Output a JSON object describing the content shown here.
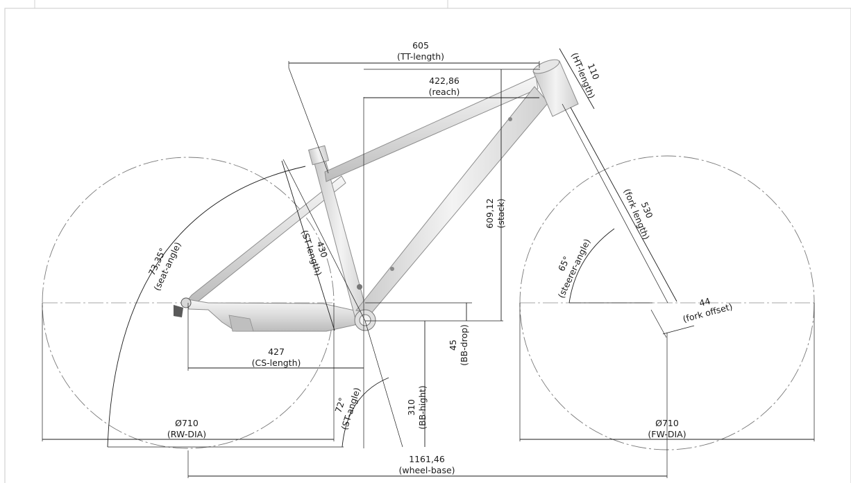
{
  "dimensions": {
    "tt_length": {
      "value": "605",
      "label": "(TT-length)"
    },
    "reach": {
      "value": "422,86",
      "label": "(reach)"
    },
    "ht_length": {
      "value": "110",
      "label": "(HT-length)"
    },
    "stack": {
      "value": "609,12",
      "label": "(stack)"
    },
    "fork_length": {
      "value": "530",
      "label": "(fork length)"
    },
    "seat_angle": {
      "value": "73,35°",
      "label": "(seat-angle)"
    },
    "st_length": {
      "value": "430",
      "label": "(ST-length)"
    },
    "steerer_angle": {
      "value": "65°",
      "label": "(steerer-angle)"
    },
    "fork_offset": {
      "value": "44",
      "label": "(fork offset)"
    },
    "cs_length": {
      "value": "427",
      "label": "(CS-length)"
    },
    "bb_drop": {
      "value": "45",
      "label": "(BB-drop)"
    },
    "st_angle": {
      "value": "72°",
      "label": "(ST-angle)"
    },
    "bb_height": {
      "value": "310",
      "label": "(BB-hight)"
    },
    "rw_dia": {
      "value": "Ø710",
      "label": "(RW-DIA)"
    },
    "fw_dia": {
      "value": "Ø710",
      "label": "(FW-DIA)"
    },
    "wheel_base": {
      "value": "1161,46",
      "label": "(wheel-base)"
    }
  },
  "colors": {
    "frame_light": "#f2f2f2",
    "frame_dark": "#bdbdbd",
    "line": "#1a1a1a",
    "wheel_outline": "#777777"
  }
}
